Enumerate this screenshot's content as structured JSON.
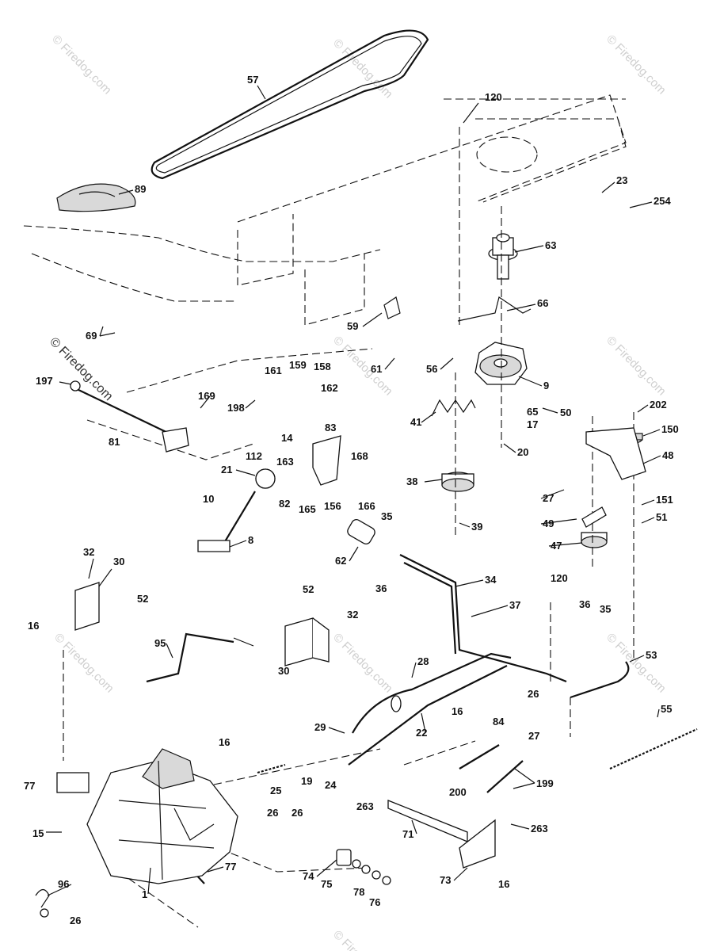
{
  "watermark": "© Firedog.com",
  "watermarks": [
    {
      "id": "wm-1"
    },
    {
      "id": "wm-2"
    },
    {
      "id": "wm-3"
    },
    {
      "id": "wm-4"
    },
    {
      "id": "wm-5"
    },
    {
      "id": "wm-6"
    },
    {
      "id": "wm-7"
    },
    {
      "id": "wm-8"
    },
    {
      "id": "wm-9"
    }
  ],
  "callouts": [
    {
      "id": "57",
      "label": "57"
    },
    {
      "id": "120a",
      "label": "120"
    },
    {
      "id": "89",
      "label": "89"
    },
    {
      "id": "23",
      "label": "23"
    },
    {
      "id": "254",
      "label": "254"
    },
    {
      "id": "63",
      "label": "63"
    },
    {
      "id": "66",
      "label": "66"
    },
    {
      "id": "69",
      "label": "69"
    },
    {
      "id": "59",
      "label": "59"
    },
    {
      "id": "61",
      "label": "61"
    },
    {
      "id": "56",
      "label": "56"
    },
    {
      "id": "9",
      "label": "9"
    },
    {
      "id": "197",
      "label": "197"
    },
    {
      "id": "161",
      "label": "161"
    },
    {
      "id": "159",
      "label": "159"
    },
    {
      "id": "158",
      "label": "158"
    },
    {
      "id": "169",
      "label": "169"
    },
    {
      "id": "162",
      "label": "162"
    },
    {
      "id": "198",
      "label": "198"
    },
    {
      "id": "65",
      "label": "65"
    },
    {
      "id": "17",
      "label": "17"
    },
    {
      "id": "41",
      "label": "41"
    },
    {
      "id": "50",
      "label": "50"
    },
    {
      "id": "202",
      "label": "202"
    },
    {
      "id": "150",
      "label": "150"
    },
    {
      "id": "83",
      "label": "83"
    },
    {
      "id": "14",
      "label": "14"
    },
    {
      "id": "112",
      "label": "112"
    },
    {
      "id": "81",
      "label": "81"
    },
    {
      "id": "163",
      "label": "163"
    },
    {
      "id": "20",
      "label": "20"
    },
    {
      "id": "48",
      "label": "48"
    },
    {
      "id": "168",
      "label": "168"
    },
    {
      "id": "21",
      "label": "21"
    },
    {
      "id": "38",
      "label": "38"
    },
    {
      "id": "27a",
      "label": "27"
    },
    {
      "id": "82",
      "label": "82"
    },
    {
      "id": "165",
      "label": "165"
    },
    {
      "id": "156",
      "label": "156"
    },
    {
      "id": "166",
      "label": "166"
    },
    {
      "id": "151",
      "label": "151"
    },
    {
      "id": "10",
      "label": "10"
    },
    {
      "id": "49",
      "label": "49"
    },
    {
      "id": "51",
      "label": "51"
    },
    {
      "id": "35a",
      "label": "35"
    },
    {
      "id": "39",
      "label": "39"
    },
    {
      "id": "8",
      "label": "8"
    },
    {
      "id": "47",
      "label": "47"
    },
    {
      "id": "32a",
      "label": "32"
    },
    {
      "id": "62",
      "label": "62"
    },
    {
      "id": "30a",
      "label": "30"
    },
    {
      "id": "36a",
      "label": "36"
    },
    {
      "id": "34",
      "label": "34"
    },
    {
      "id": "120b",
      "label": "120"
    },
    {
      "id": "52a",
      "label": "52"
    },
    {
      "id": "52b",
      "label": "52"
    },
    {
      "id": "37",
      "label": "37"
    },
    {
      "id": "16a",
      "label": "16"
    },
    {
      "id": "32b",
      "label": "32"
    },
    {
      "id": "36b",
      "label": "36"
    },
    {
      "id": "35b",
      "label": "35"
    },
    {
      "id": "95",
      "label": "95"
    },
    {
      "id": "53",
      "label": "53"
    },
    {
      "id": "30b",
      "label": "30"
    },
    {
      "id": "28",
      "label": "28"
    },
    {
      "id": "26a",
      "label": "26"
    },
    {
      "id": "16b",
      "label": "16"
    },
    {
      "id": "84",
      "label": "84"
    },
    {
      "id": "27b",
      "label": "27"
    },
    {
      "id": "29",
      "label": "29"
    },
    {
      "id": "22",
      "label": "22"
    },
    {
      "id": "55",
      "label": "55"
    },
    {
      "id": "16c",
      "label": "16"
    },
    {
      "id": "77a",
      "label": "77"
    },
    {
      "id": "25",
      "label": "25"
    },
    {
      "id": "19",
      "label": "19"
    },
    {
      "id": "24",
      "label": "24"
    },
    {
      "id": "199",
      "label": "199"
    },
    {
      "id": "200",
      "label": "200"
    },
    {
      "id": "263a",
      "label": "263"
    },
    {
      "id": "26b",
      "label": "26"
    },
    {
      "id": "26c",
      "label": "26"
    },
    {
      "id": "15",
      "label": "15"
    },
    {
      "id": "71",
      "label": "71"
    },
    {
      "id": "263b",
      "label": "263"
    },
    {
      "id": "77b",
      "label": "77"
    },
    {
      "id": "74",
      "label": "74"
    },
    {
      "id": "73",
      "label": "73"
    },
    {
      "id": "16d",
      "label": "16"
    },
    {
      "id": "75",
      "label": "75"
    },
    {
      "id": "1",
      "label": "1"
    },
    {
      "id": "96",
      "label": "96"
    },
    {
      "id": "78",
      "label": "78"
    },
    {
      "id": "76",
      "label": "76"
    },
    {
      "id": "26d",
      "label": "26"
    }
  ]
}
